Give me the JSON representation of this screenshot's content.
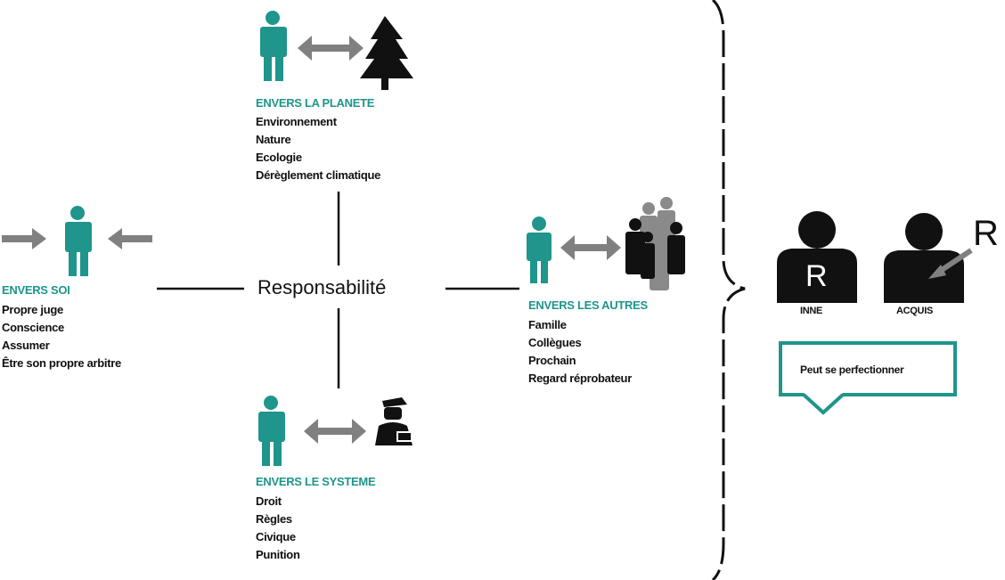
{
  "center": {
    "label": "Responsabilité"
  },
  "groups": {
    "soi": {
      "title": "ENVERS SOI",
      "items": [
        "Propre juge",
        "Conscience",
        "Assumer",
        "Être son propre arbitre"
      ]
    },
    "planete": {
      "title": "ENVERS LA PLANETE",
      "items": [
        "Environnement",
        "Nature",
        "Ecologie",
        "Dérèglement climatique"
      ]
    },
    "systeme": {
      "title": "ENVERS LE SYSTEME",
      "items": [
        "Droit",
        "Règles",
        "Civique",
        "Punition"
      ]
    },
    "autres": {
      "title": "ENVERS LES AUTRES",
      "items": [
        "Famille",
        "Collègues",
        "Prochain",
        "Regard réprobateur"
      ]
    }
  },
  "right": {
    "letter_on_shirt": "R",
    "letter_floating": "R",
    "label_left": "INNE",
    "label_right": "ACQUIS",
    "bubble_text": "Peut se perfectionner"
  },
  "colors": {
    "teal": "#1f958b",
    "gray_arrow": "#808080",
    "black": "#111111",
    "crowd_gray": "#8a8a8a"
  },
  "icons": [
    "person-icon",
    "double-arrow-icon",
    "tree-icon",
    "crowd-icon",
    "police-officer-icon",
    "curly-brace",
    "speech-bubble"
  ]
}
